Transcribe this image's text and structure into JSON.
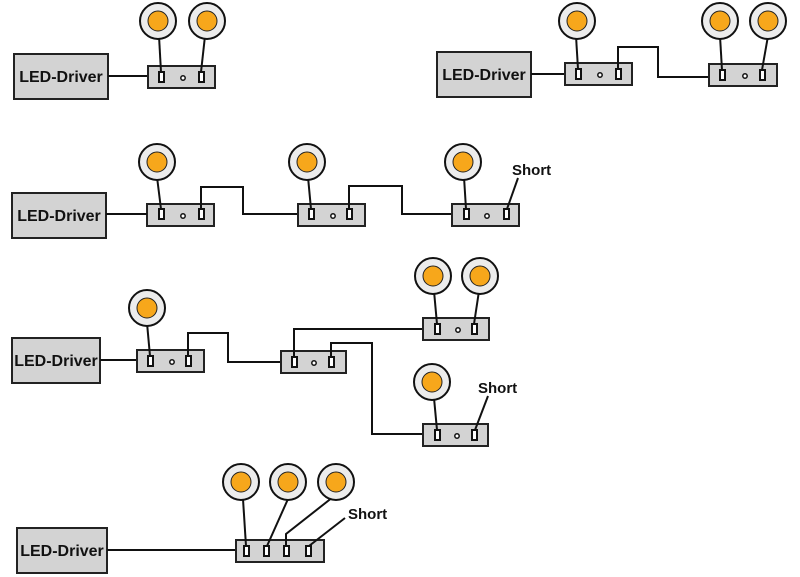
{
  "diagram": {
    "title": "",
    "colors": {
      "background": "#ffffff",
      "driver_fill": "#d3d3d3",
      "junction_fill": "#d3d3d3",
      "lamp_ring": "#ececec",
      "lamp_light": "#f7a71b",
      "line": "#111111"
    },
    "labels": {
      "driver": "LED-Driver",
      "short": "Short"
    },
    "configurations": [
      {
        "id": 1,
        "lamps": 2,
        "junction_boxes": 1,
        "has_short": false
      },
      {
        "id": 2,
        "lamps": 3,
        "junction_boxes": 2,
        "has_short": false
      },
      {
        "id": 3,
        "lamps": 3,
        "junction_boxes": 3,
        "has_short": true
      },
      {
        "id": 4,
        "lamps": 4,
        "junction_boxes": 4,
        "has_short": true
      },
      {
        "id": 5,
        "lamps": 3,
        "junction_boxes": 1,
        "has_short": true,
        "ports": 4
      }
    ]
  }
}
